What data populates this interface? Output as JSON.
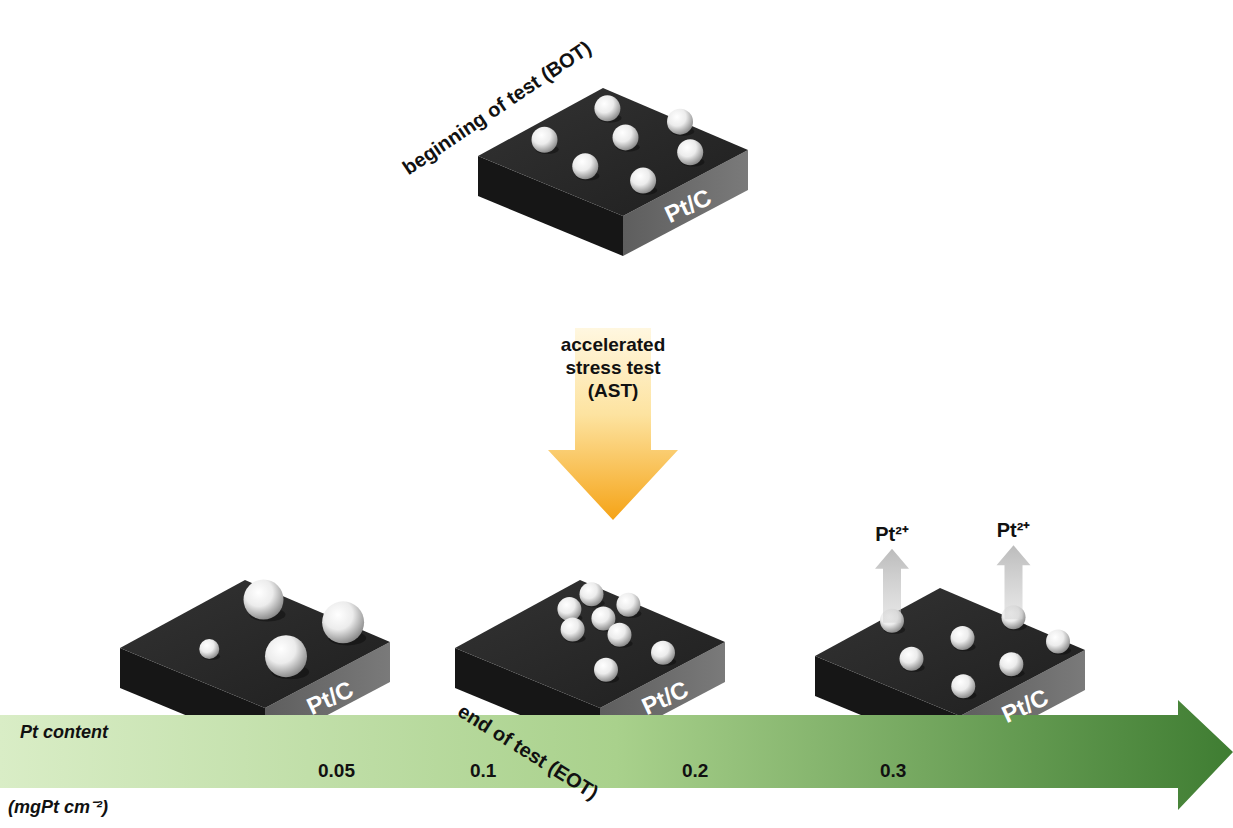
{
  "diagram": {
    "nodes": [
      {
        "text": [
          "Pt/C"
        ]
      },
      {
        "text": [
          "Pt/C"
        ]
      },
      {
        "text": [
          "Pt/C"
        ]
      },
      {
        "text": [
          "Pt/C"
        ]
      },
      {
        "text": [
          "Pt content",
          "(mgPt cm⁻²)",
          "0.05",
          "0.1",
          "0.2",
          "0.3"
        ]
      }
    ],
    "edges": [
      {
        "from": 0,
        "to": 2,
        "arrow": "to",
        "label": "accelerated stress test (AST)"
      }
    ],
    "labels": [
      "beginning of test (BOT)",
      "end of test (EOT)",
      "Pt²⁺",
      "Pt²⁺"
    ]
  }
}
